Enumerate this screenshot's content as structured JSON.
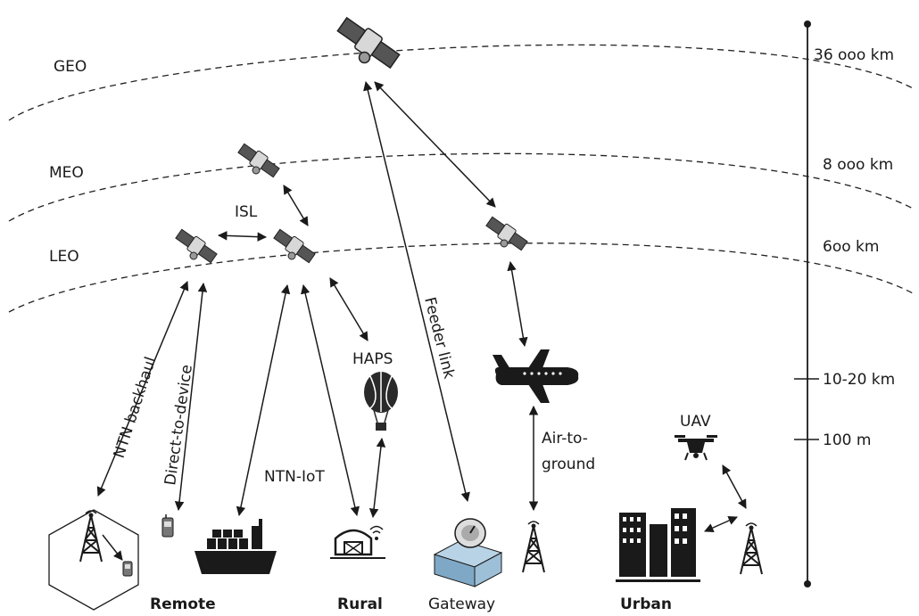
{
  "orbits": [
    {
      "label": "GEO",
      "altitude": "36 ooo km"
    },
    {
      "label": "MEO",
      "altitude": "8 ooo km"
    },
    {
      "label": "LEO",
      "altitude": "6oo km"
    }
  ],
  "altitude_scale": [
    "10-20 km",
    "100 m"
  ],
  "links": {
    "isl": "ISL",
    "ntn_backhaul": "NTN backhaul",
    "direct_to_device": "Direct-to-device",
    "ntn_iot": "NTN-IoT",
    "feeder_link": "Feeder link",
    "air_to_ground_line1": "Air-to-",
    "air_to_ground_line2": "ground"
  },
  "platforms": {
    "haps": "HAPS",
    "uav": "UAV"
  },
  "areas": {
    "remote": "Remote",
    "rural": "Rural",
    "gateway": "Gateway",
    "urban": "Urban"
  }
}
